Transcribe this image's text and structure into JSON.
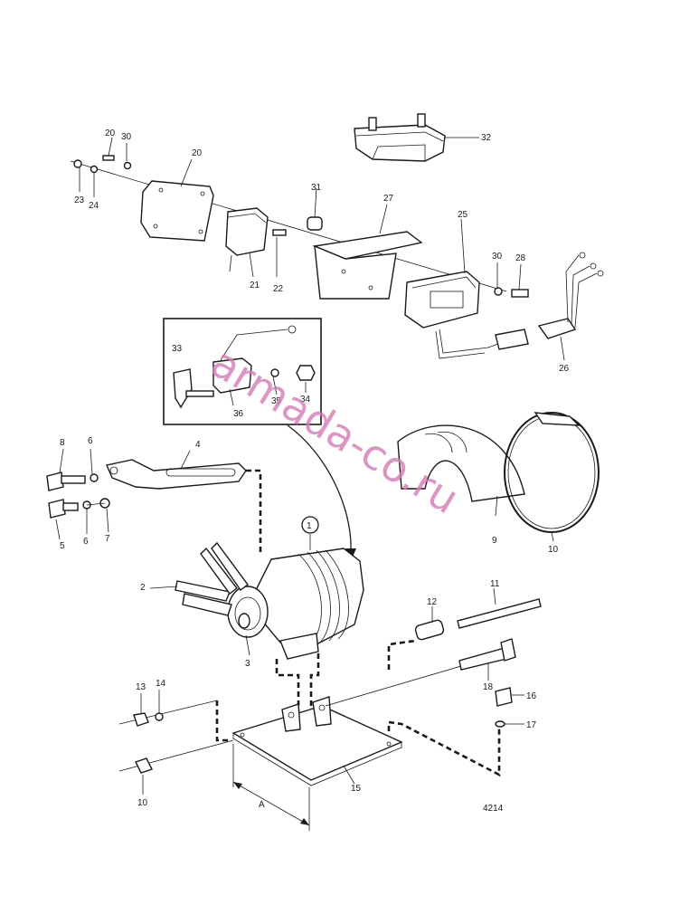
{
  "callouts": [
    {
      "id": "1",
      "text": "1"
    },
    {
      "id": "2",
      "text": "2"
    },
    {
      "id": "3",
      "text": "3"
    },
    {
      "id": "4",
      "text": "4"
    },
    {
      "id": "5",
      "text": "5"
    },
    {
      "id": "6a",
      "text": "6"
    },
    {
      "id": "6b",
      "text": "6"
    },
    {
      "id": "7",
      "text": "7"
    },
    {
      "id": "8",
      "text": "8"
    },
    {
      "id": "9",
      "text": "9"
    },
    {
      "id": "10a",
      "text": "10"
    },
    {
      "id": "10b",
      "text": "10"
    },
    {
      "id": "11",
      "text": "11"
    },
    {
      "id": "12",
      "text": "12"
    },
    {
      "id": "13",
      "text": "13"
    },
    {
      "id": "14",
      "text": "14"
    },
    {
      "id": "15",
      "text": "15"
    },
    {
      "id": "16",
      "text": "16"
    },
    {
      "id": "17",
      "text": "17"
    },
    {
      "id": "18",
      "text": "18"
    },
    {
      "id": "20a",
      "text": "20"
    },
    {
      "id": "20b",
      "text": "20"
    },
    {
      "id": "21",
      "text": "21"
    },
    {
      "id": "22",
      "text": "22"
    },
    {
      "id": "23",
      "text": "23"
    },
    {
      "id": "24",
      "text": "24"
    },
    {
      "id": "25",
      "text": "25"
    },
    {
      "id": "26",
      "text": "26"
    },
    {
      "id": "27",
      "text": "27"
    },
    {
      "id": "28",
      "text": "28"
    },
    {
      "id": "30a",
      "text": "30"
    },
    {
      "id": "30b",
      "text": "30"
    },
    {
      "id": "31",
      "text": "31"
    },
    {
      "id": "32",
      "text": "32"
    },
    {
      "id": "33",
      "text": "33"
    },
    {
      "id": "34",
      "text": "34"
    },
    {
      "id": "35",
      "text": "35"
    },
    {
      "id": "36",
      "text": "36"
    }
  ],
  "dimension_label": "A",
  "figure_number": "4214",
  "watermark": "armada-co.ru"
}
